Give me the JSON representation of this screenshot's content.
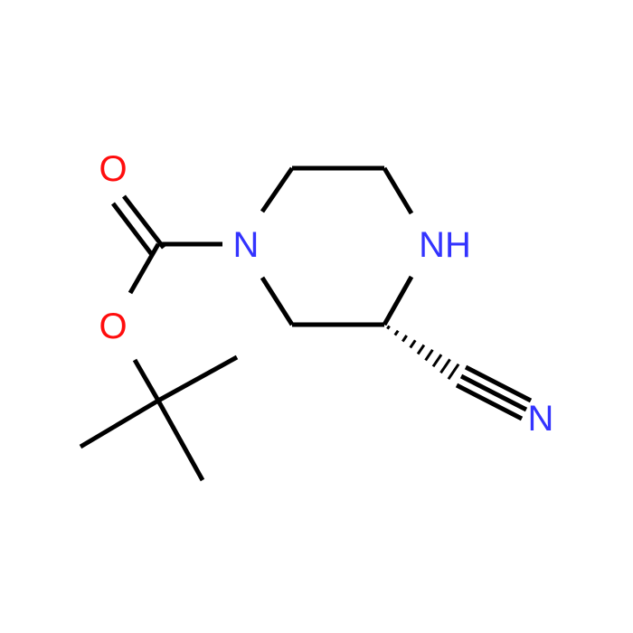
{
  "colors": {
    "bond": "#000000",
    "nitrogen": "#3333ff",
    "oxygen": "#ff0d0d"
  },
  "atoms": {
    "carbonyl_oxygen": "O",
    "ester_oxygen": "O",
    "ring_nitrogen_boc": "N",
    "ring_nitrogen_h": "NH",
    "nitrile_nitrogen": "N"
  }
}
